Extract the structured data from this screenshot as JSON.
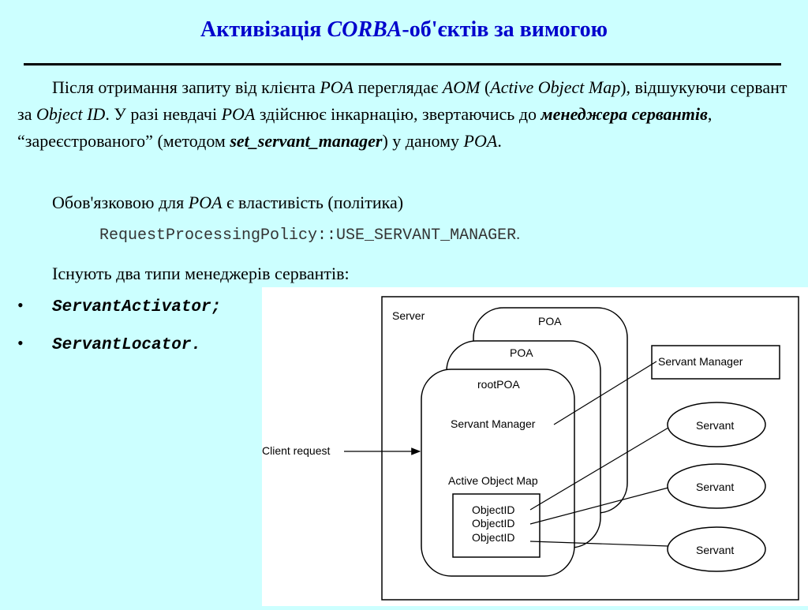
{
  "title": {
    "part1": "Активізація ",
    "corba": "CORBA",
    "part2": "-об'єктів за вимогою"
  },
  "para1": {
    "t1": "Після отримання запиту від клієнта ",
    "poa1": "POA",
    "t2": " переглядає ",
    "aom": "AOM",
    "t3": " (",
    "aom_full": "Active Object Map",
    "t4": "), відшукуючи сервант за ",
    "oid": "Object ID",
    "t5": ". У разі невдачі ",
    "poa2": "POA",
    "t6": " здійснює інкарнацію, звертаючись до ",
    "manager": "менеджера сервантів",
    "t7": ", “зареєстрованого” (методом ",
    "method": "set_servant_manager",
    "t8": ") у даному ",
    "poa3": "POA",
    "t9": "."
  },
  "para2": {
    "t1": "Обов'язковою для ",
    "poa": "POA",
    "t2": " є властивість (політика)"
  },
  "policy": "RequestProcessingPolicy::USE_SERVANT_MANAGER",
  "policy_end": ".",
  "para3": "Існують два типи менеджерів сервантів:",
  "bullets": [
    {
      "dot": "•",
      "text": "ServantActivator;"
    },
    {
      "dot": "•",
      "text": "ServantLocator."
    }
  ],
  "diagram": {
    "server": "Server",
    "poa_back": "POA",
    "poa_mid": "POA",
    "root_poa": "rootPOA",
    "servant_manager_inner": "Servant Manager",
    "active_object_map": "Active Object Map",
    "object_ids": [
      "ObjectID",
      "ObjectID",
      "ObjectID"
    ],
    "client_request": "Client request",
    "servant_manager_box": "Servant Manager",
    "servants": [
      "Servant",
      "Servant",
      "Servant"
    ]
  }
}
